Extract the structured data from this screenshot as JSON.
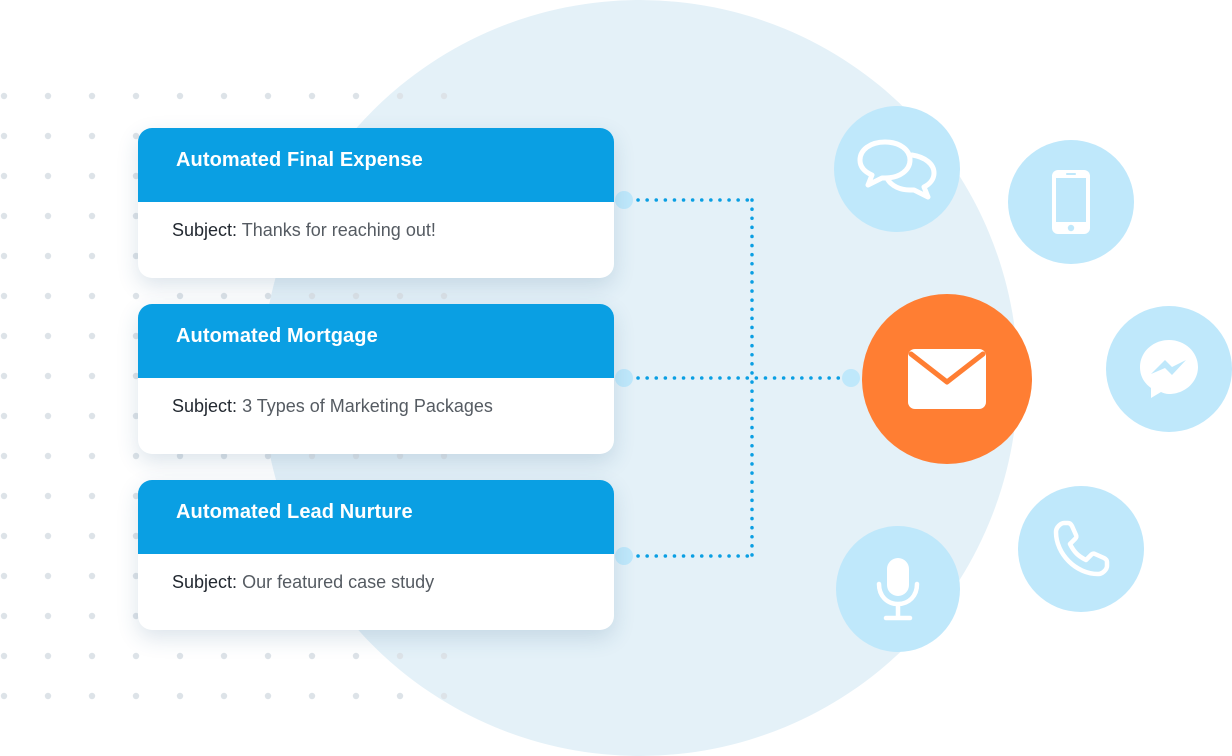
{
  "campaigns": [
    {
      "title": "Automated Final Expense",
      "subject_label": "Subject:",
      "subject": "Thanks for reaching out!"
    },
    {
      "title": "Automated Mortgage",
      "subject_label": "Subject:",
      "subject": "3 Types of Marketing Packages"
    },
    {
      "title": "Automated Lead Nurture",
      "subject_label": "Subject:",
      "subject": "Our featured case study"
    }
  ],
  "hub": {
    "icon": "email-icon",
    "color": "#ff7e33"
  },
  "channels": [
    "chat-icon",
    "mobile-phone-icon",
    "messenger-icon",
    "phone-call-icon",
    "microphone-icon"
  ],
  "colors": {
    "card_header": "#0a9fe3",
    "channel_bubble": "#bfe8fb",
    "background_circle": "#e4f1f8",
    "connector": "#0a9fe3"
  }
}
